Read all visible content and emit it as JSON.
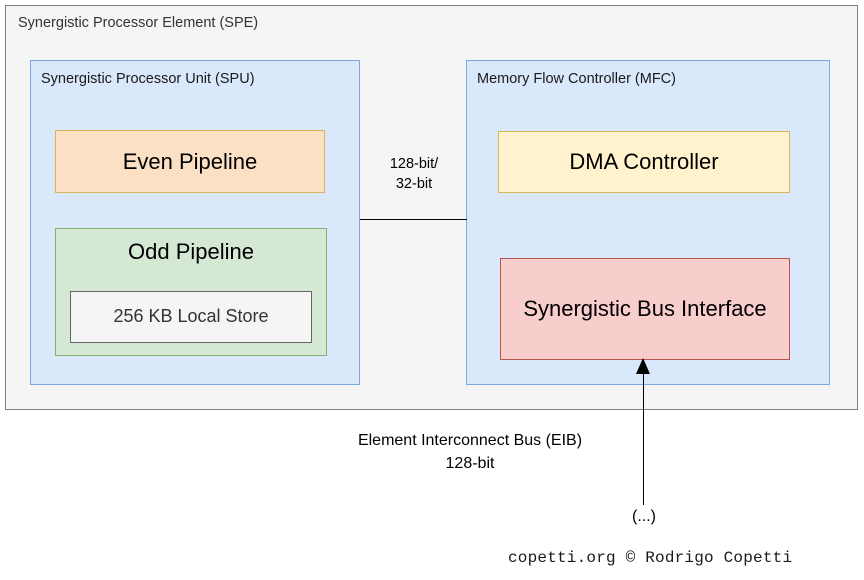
{
  "diagram": {
    "outer": {
      "title": "Synergistic Processor Element (SPE)"
    },
    "spu": {
      "title": "Synergistic Processor Unit (SPU)",
      "even_pipeline": "Even Pipeline",
      "odd_pipeline": "Odd Pipeline",
      "local_store": "256 KB Local Store"
    },
    "mfc": {
      "title": "Memory Flow Controller (MFC)",
      "dma_controller": "DMA Controller",
      "bus_interface": "Synergistic Bus Interface"
    },
    "connector": {
      "bitwidth_line1": "128-bit/",
      "bitwidth_line2": "32-bit"
    },
    "eib": {
      "name": "Element Interconnect Bus (EIB)",
      "bitwidth": "128-bit",
      "continuation": "(...)"
    },
    "footer": {
      "credit": "copetti.org © Rodrigo Copetti"
    },
    "colors": {
      "outer_fill": "#f5f5f5",
      "outer_stroke": "#808080",
      "blue_fill": "#dae8fc",
      "blue_stroke": "#7ea6e0",
      "orange_fill": "#fbe0c3",
      "orange_stroke": "#d6b656",
      "green_fill": "#d5e8d4",
      "green_stroke": "#82b366",
      "yellow_fill": "#fff2cc",
      "yellow_stroke": "#d6b656",
      "red_fill": "#f8cecc",
      "red_stroke": "#b85450",
      "grey_fill": "#f5f5f5",
      "grey_stroke": "#666666",
      "line": "#000000"
    }
  }
}
